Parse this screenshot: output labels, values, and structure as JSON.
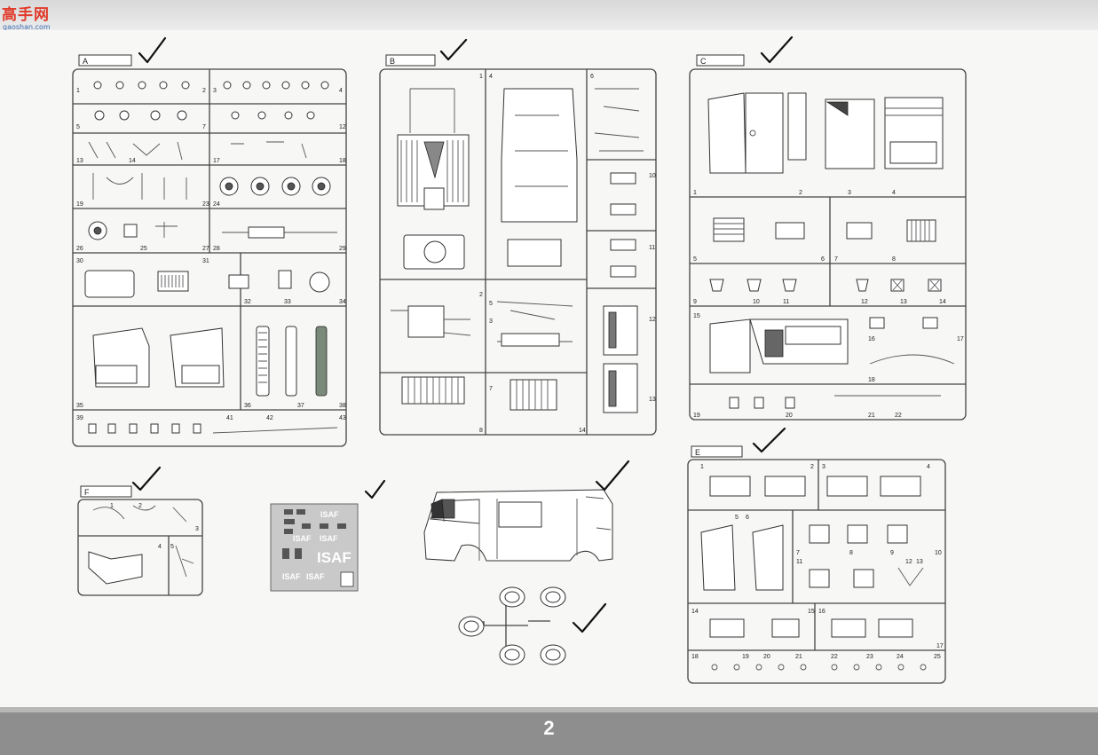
{
  "watermark": {
    "site_name": "高手网",
    "url": "gaoshan.com"
  },
  "page_number": "2",
  "frames": [
    {
      "label": "A",
      "checked": true
    },
    {
      "label": "B",
      "checked": true
    },
    {
      "label": "C",
      "checked": true
    },
    {
      "label": "E",
      "checked": true
    },
    {
      "label": "F",
      "checked": true
    }
  ],
  "decal_sheet": {
    "labels": [
      "ISAF",
      "ISAF",
      "ISAF",
      "ISAF",
      "ISAF",
      "ISAF"
    ],
    "checked": true
  },
  "body": {
    "checked": true
  },
  "tires": {
    "checked": true
  },
  "colors": {
    "line": "#333333",
    "paper": "#f7f7f5",
    "band": "#8e8e8e",
    "decal": "#c8c8c8"
  }
}
